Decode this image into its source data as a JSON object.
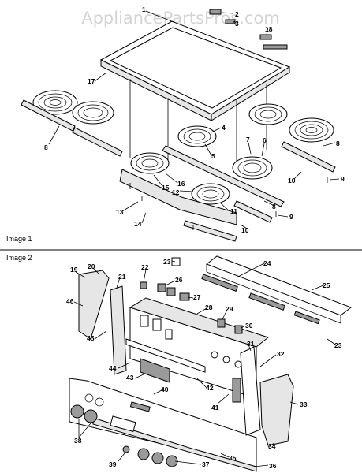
{
  "watermark": "AppliancePartsPros.com",
  "image1": {
    "caption": "Image 1",
    "callouts": [
      "1",
      "2",
      "3",
      "18",
      "17",
      "8",
      "4",
      "5",
      "7",
      "6",
      "8",
      "15",
      "16",
      "12",
      "11",
      "13",
      "14",
      "8",
      "10",
      "9",
      "9",
      "10"
    ]
  },
  "image2": {
    "caption": "Image 2",
    "callouts": [
      "19",
      "20",
      "21",
      "22",
      "23",
      "24",
      "25",
      "26",
      "27",
      "46",
      "28",
      "29",
      "30",
      "45",
      "44",
      "31",
      "32",
      "23",
      "43",
      "40",
      "42",
      "41",
      "33",
      "38",
      "34",
      "39",
      "37",
      "35",
      "36"
    ]
  }
}
